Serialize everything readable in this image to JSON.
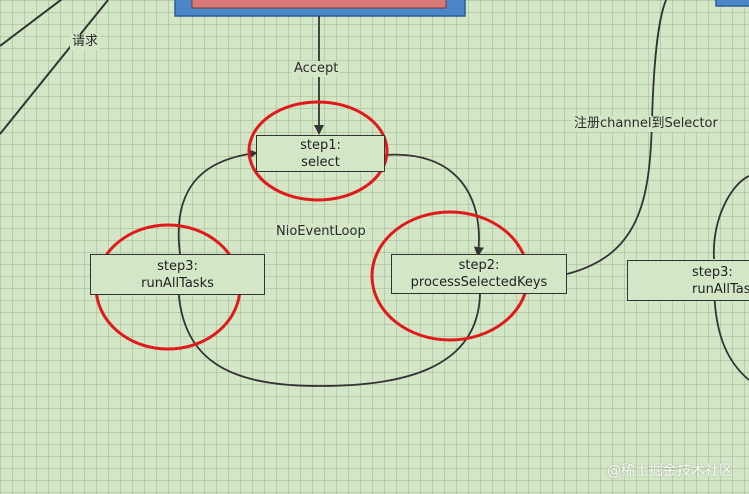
{
  "labels": {
    "request": "请求",
    "accept": "Accept",
    "register": "注册channel到Selector",
    "loop": "NioEventLoop"
  },
  "nodes": {
    "select": {
      "line1": "step1:",
      "line2": "select"
    },
    "process": {
      "line1": "step2:",
      "line2": "processSelectedKeys"
    },
    "run_all": {
      "line1": "step3:",
      "line2": "runAllTasks"
    },
    "run_all_right": {
      "line1": "step3:",
      "line2": "runAllTasks"
    }
  },
  "watermark": "@稀土掘金技术社区",
  "colors": {
    "background": "#d3e6c6",
    "box_border": "#333333",
    "highlight_circle": "#e01a1a",
    "top_box_fill": "#d97a78",
    "top_box_border": "#4a86c8"
  }
}
